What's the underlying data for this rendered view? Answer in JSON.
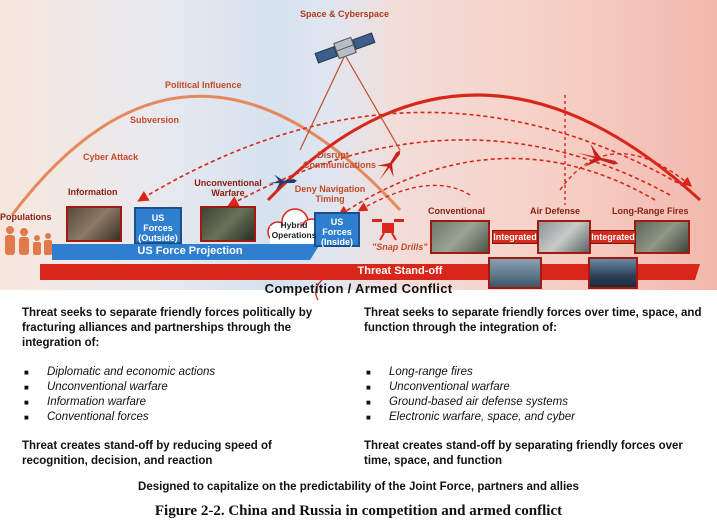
{
  "top": {
    "space": "Space & Cyberspace",
    "political_influence": "Political Influence",
    "subversion": "Subversion",
    "cyber_attack": "Cyber Attack",
    "information": "Information",
    "unconventional_warfare": "Unconventional Warfare",
    "populations": "Populations",
    "disrupt_communications": "Disrupt Communications",
    "deny_navigation_timing": "Deny Navigation Timing",
    "hybrid_operations": "Hybrid Operations",
    "us_forces_outside": "US Forces (Outside)",
    "us_forces_inside": "US Forces (Inside)",
    "snap_drills": "\"Snap Drills\"",
    "conventional": "Conventional",
    "air_defense": "Air Defense",
    "long_range_fires": "Long-Range Fires",
    "integrated_1": "Integrated",
    "integrated_2": "Integrated",
    "us_force_projection": "US Force Projection",
    "threat_standoff": "Threat Stand-off"
  },
  "heading": "Competition / Armed Conflict",
  "left": {
    "intro": "Threat seeks to separate friendly forces politically by fracturing alliances and partnerships through the integration of:",
    "items": [
      "Diplomatic and economic actions",
      "Unconventional warfare",
      "Information warfare",
      "Conventional forces"
    ],
    "outro": "Threat creates stand-off by reducing speed of recognition, decision, and reaction"
  },
  "right": {
    "intro": "Threat seeks to separate friendly forces over time, space, and function through the integration of:",
    "items": [
      "Long-range fires",
      "Unconventional warfare",
      "Ground-based air defense systems",
      "Electronic warfare, space, and cyber"
    ],
    "outro": "Threat creates stand-off by separating friendly forces over time, space, and function"
  },
  "designed": "Designed to capitalize on the predictability of the Joint Force, partners and allies",
  "caption": "Figure 2-2.  China and Russia in competition and armed conflict",
  "colors": {
    "threat_red": "#d8261a",
    "us_blue": "#2f7fd0",
    "arc_orange": "#e07a4a",
    "label_orange": "#c44a2a"
  }
}
